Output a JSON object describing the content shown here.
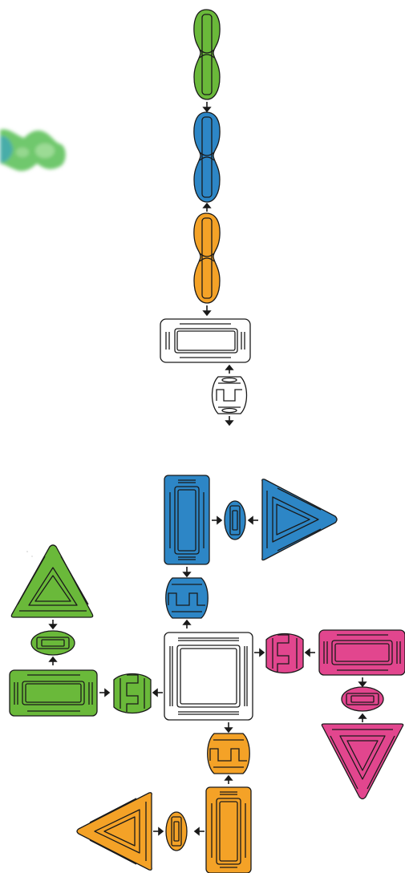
{
  "image": {
    "description_free": true
  },
  "colors": {
    "green": "#6ab93a",
    "blue": "#2d86c6",
    "orange": "#f4a227",
    "pink": "#e2468e",
    "white": "#ffffff",
    "stroke": "#1a1a1a"
  },
  "pieces": [
    {
      "name": "top-green-double-connector",
      "shape": "double-oval",
      "color": "green"
    },
    {
      "name": "top-blue-double-connector",
      "shape": "double-oval",
      "color": "blue"
    },
    {
      "name": "top-orange-double-connector",
      "shape": "double-oval",
      "color": "orange"
    },
    {
      "name": "top-white-rectangle-tile",
      "shape": "rectangle",
      "color": "white"
    },
    {
      "name": "top-white-clip-connector",
      "shape": "clip",
      "color": "white"
    },
    {
      "name": "blurred-green-connector",
      "shape": "double-oval",
      "color": "green"
    },
    {
      "name": "blue-rectangle-tile",
      "shape": "rectangle",
      "color": "blue"
    },
    {
      "name": "blue-small-oval-connector",
      "shape": "oval",
      "color": "blue"
    },
    {
      "name": "blue-triangle-tile",
      "shape": "triangle",
      "color": "blue"
    },
    {
      "name": "blue-clip-connector",
      "shape": "clip",
      "color": "blue"
    },
    {
      "name": "white-square-tile",
      "shape": "square",
      "color": "white"
    },
    {
      "name": "pink-clip-connector",
      "shape": "clip",
      "color": "pink"
    },
    {
      "name": "pink-rectangle-tile",
      "shape": "rectangle",
      "color": "pink"
    },
    {
      "name": "pink-oval-connector",
      "shape": "oval",
      "color": "pink"
    },
    {
      "name": "pink-triangle-tile",
      "shape": "triangle",
      "color": "pink"
    },
    {
      "name": "green-triangle-tile",
      "shape": "triangle",
      "color": "green"
    },
    {
      "name": "green-oval-connector",
      "shape": "oval",
      "color": "green"
    },
    {
      "name": "green-rectangle-tile",
      "shape": "rectangle",
      "color": "green"
    },
    {
      "name": "green-clip-connector",
      "shape": "clip",
      "color": "green"
    },
    {
      "name": "orange-clip-connector",
      "shape": "clip",
      "color": "orange"
    },
    {
      "name": "orange-rectangle-tile",
      "shape": "rectangle",
      "color": "orange"
    },
    {
      "name": "orange-small-oval-connector",
      "shape": "oval",
      "color": "orange"
    },
    {
      "name": "orange-triangle-tile",
      "shape": "triangle",
      "color": "orange"
    }
  ]
}
